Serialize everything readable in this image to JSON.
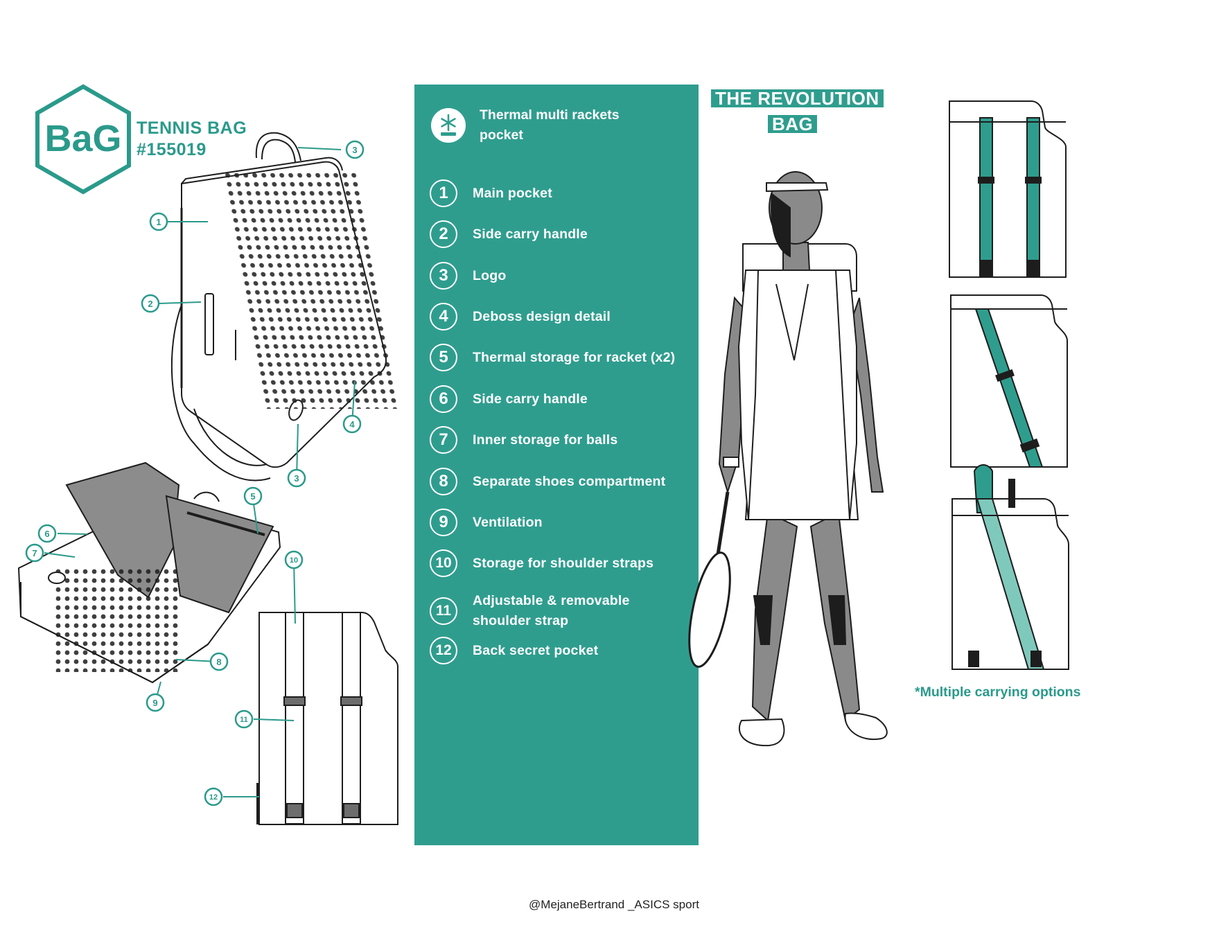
{
  "brand": {
    "logo_text": "BaG",
    "title_line1": "TENNIS BAG",
    "title_line2": "#155019"
  },
  "callouts": [
    "1",
    "2",
    "3",
    "4",
    "3",
    "5",
    "6",
    "7",
    "8",
    "9",
    "10",
    "11",
    "12"
  ],
  "panel": {
    "thermal_label": "Thermal multi rackets\npocket",
    "items": [
      {
        "num": "1",
        "label": "Main pocket"
      },
      {
        "num": "2",
        "label": "Side carry handle"
      },
      {
        "num": "3",
        "label": "Logo"
      },
      {
        "num": "4",
        "label": "Deboss design detail"
      },
      {
        "num": "5",
        "label": "Thermal storage for racket (x2)"
      },
      {
        "num": "6",
        "label": "Side carry handle"
      },
      {
        "num": "7",
        "label": "Inner storage for balls"
      },
      {
        "num": "8",
        "label": "Separate shoes compartment"
      },
      {
        "num": "9",
        "label": "Ventilation"
      },
      {
        "num": "10",
        "label": "Storage for shoulder straps"
      },
      {
        "num": "11",
        "label": "Adjustable & removable\nshoulder strap"
      },
      {
        "num": "12",
        "label": "Back secret pocket"
      }
    ]
  },
  "revolution": {
    "line1": "THE REVOLUTION",
    "line2": "BAG"
  },
  "carry_note": "*Multiple carrying options",
  "credit": "@MejaneBertrand _ASICS sport",
  "colors": {
    "teal": "#2f9d8e",
    "teal_text": "#2a9a8b",
    "dark": "#1d1d1d",
    "grey": "#8a8a8a"
  }
}
